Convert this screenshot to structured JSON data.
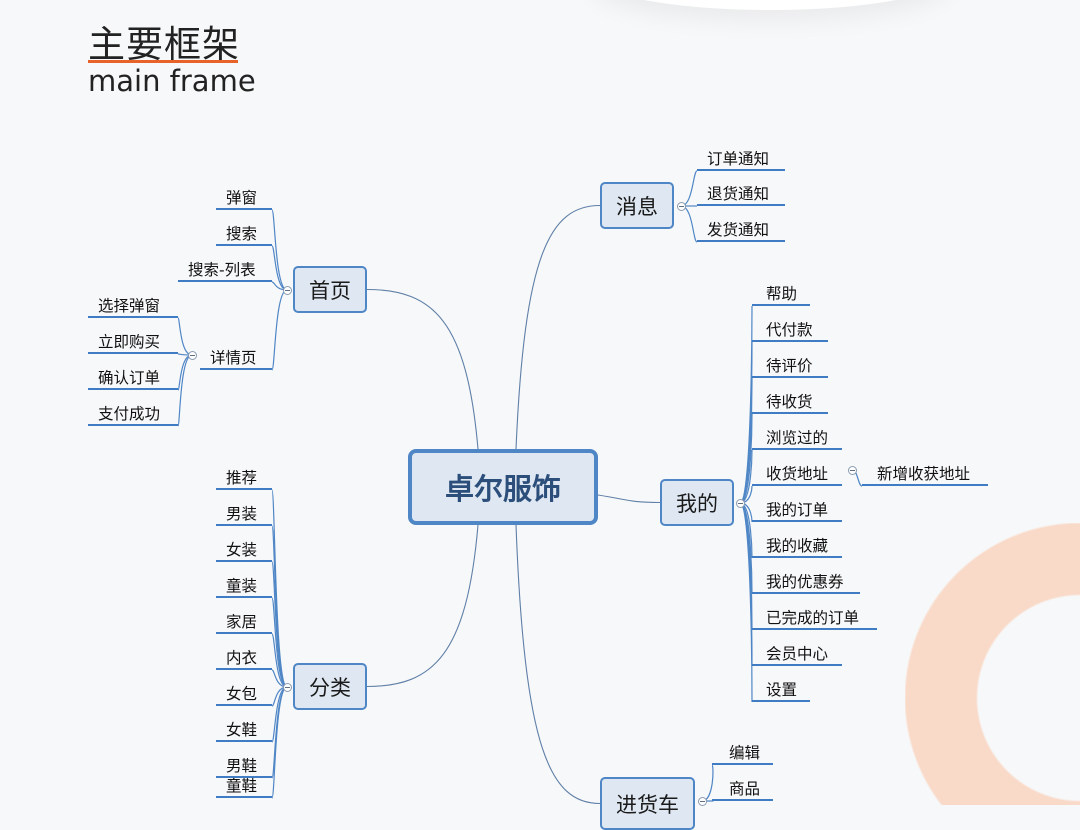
{
  "header": {
    "title": "主要框架",
    "subtitle": "main frame",
    "accent": "#e8632a"
  },
  "mindmap": {
    "root": "卓尔服饰",
    "branches": [
      {
        "label": "首页",
        "children": [
          {
            "label": "弹窗"
          },
          {
            "label": "搜索"
          },
          {
            "label": "搜索-列表"
          },
          {
            "label": "详情页",
            "children": [
              {
                "label": "选择弹窗"
              },
              {
                "label": "立即购买"
              },
              {
                "label": "确认订单"
              },
              {
                "label": "支付成功"
              }
            ]
          }
        ]
      },
      {
        "label": "消息",
        "children": [
          {
            "label": "订单通知"
          },
          {
            "label": "退货通知"
          },
          {
            "label": "发货通知"
          }
        ]
      },
      {
        "label": "我的",
        "children": [
          {
            "label": "帮助"
          },
          {
            "label": "代付款"
          },
          {
            "label": "待评价"
          },
          {
            "label": "待收货"
          },
          {
            "label": "浏览过的"
          },
          {
            "label": "收货地址",
            "children": [
              {
                "label": "新增收获地址"
              }
            ]
          },
          {
            "label": "我的订单"
          },
          {
            "label": "我的收藏"
          },
          {
            "label": "我的优惠券"
          },
          {
            "label": "已完成的订单"
          },
          {
            "label": "会员中心"
          },
          {
            "label": "设置"
          }
        ]
      },
      {
        "label": "分类",
        "children": [
          {
            "label": "推荐"
          },
          {
            "label": "男装"
          },
          {
            "label": "女装"
          },
          {
            "label": "童装"
          },
          {
            "label": "家居"
          },
          {
            "label": "内衣"
          },
          {
            "label": "女包"
          },
          {
            "label": "女鞋"
          },
          {
            "label": "男鞋"
          },
          {
            "label": "童鞋"
          }
        ]
      },
      {
        "label": "进货车",
        "children": [
          {
            "label": "编辑"
          },
          {
            "label": "商品"
          }
        ]
      }
    ],
    "colors": {
      "node_border": "#4f86c6",
      "node_fill": "#dfe8f2",
      "decor": "#f9dac9"
    }
  }
}
